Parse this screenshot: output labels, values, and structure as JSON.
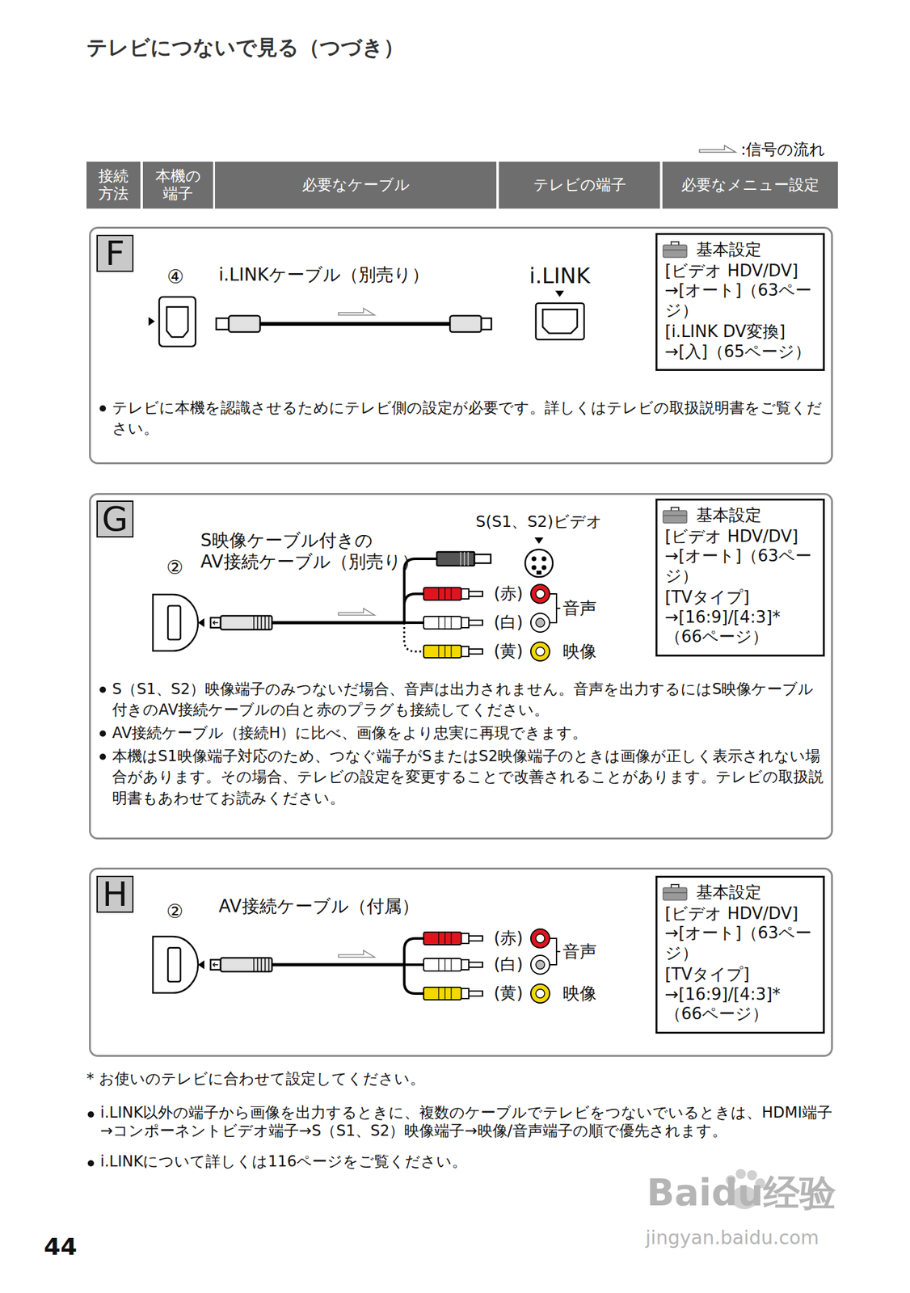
{
  "diagram": {
    "title": "テレビにつないで見る（つづき）",
    "nodes": [
      {
        "text": [
          "接続方法"
        ]
      },
      {
        "text": [
          "本機の端子"
        ]
      },
      {
        "text": [
          "必要なケーブル"
        ]
      },
      {
        "text": [
          "テレビの端子"
        ]
      },
      {
        "text": [
          "必要なメニュー設定"
        ]
      },
      {
        "text": [
          "テレビに本機を認識させるためにテレビ側の設定が必要です。詳しくはテレビの取扱説明書をご覧ください。"
        ]
      },
      {
        "text": [
          "F"
        ],
        "in": 5
      },
      {
        "text": [
          "基本設定",
          "[ビデオ HDV/DV] →[オート]（63ページ）",
          "[i.LINK DV変換] →[入]（65ページ）"
        ],
        "in": 5
      },
      {
        "text": [
          "S（S1、S2）映像端子のみつないだ場合、音声は出力されません。音声を出力するにはS映像ケーブル付きのAV接続ケーブルの白と赤のプラグも接続してください。",
          "AV接続ケーブル（接続H）に比べ、画像をより忠実に再現できます。",
          "本機はS1映像端子対応のため、つなぐ端子がSまたはS2映像端子のときは画像が正しく表示されない場合があります。その場合、テレビの設定を変更することで改善されることがあります。テレビの取扱説明書もあわせてお読みください。"
        ]
      },
      {
        "text": [
          "G"
        ],
        "in": 8
      },
      {
        "text": [
          "基本設定",
          "[ビデオ HDV/DV] →[オート]（63ページ）",
          "[TVタイプ] →[16:9]/[4:3]*（66ページ）"
        ],
        "in": 8
      },
      {
        "text": []
      },
      {
        "text": [
          "H"
        ],
        "in": 11
      },
      {
        "text": [
          "基本設定",
          "[ビデオ HDV/DV] →[オート]（63ページ）",
          "[TVタイプ] →[16:9]/[4:3]*（66ページ）"
        ],
        "in": 11
      }
    ],
    "labels": [
      "④",
      "i.LINKケーブル（別売り）",
      "i.LINK",
      "S(S1、S2)ビデオ",
      "S映像ケーブル付きの AV接続ケーブル（別売り）",
      "②",
      "(赤)",
      "(白)",
      "(黄)",
      "音声",
      "映像",
      "②",
      "AV接続ケーブル（付属）",
      "(赤)",
      "(白)",
      "(黄)",
      "音声",
      "映像",
      "* お使いのテレビに合わせて設定してください。",
      "i.LINK以外の端子から画像を出力するときに、複数のケーブルでテレビをつないでいるときは、HDMI端子→コンポーネントビデオ端子→S（S1、S2）映像端子→映像/音声端子の順で優先されます。",
      "i.LINKについて詳しくは116ページをご覧ください。",
      "44",
      "Baidu经验",
      "jingyan.baidu.com"
    ],
    "legend": [
      {
        "text": ":信号の流れ"
      }
    ]
  }
}
